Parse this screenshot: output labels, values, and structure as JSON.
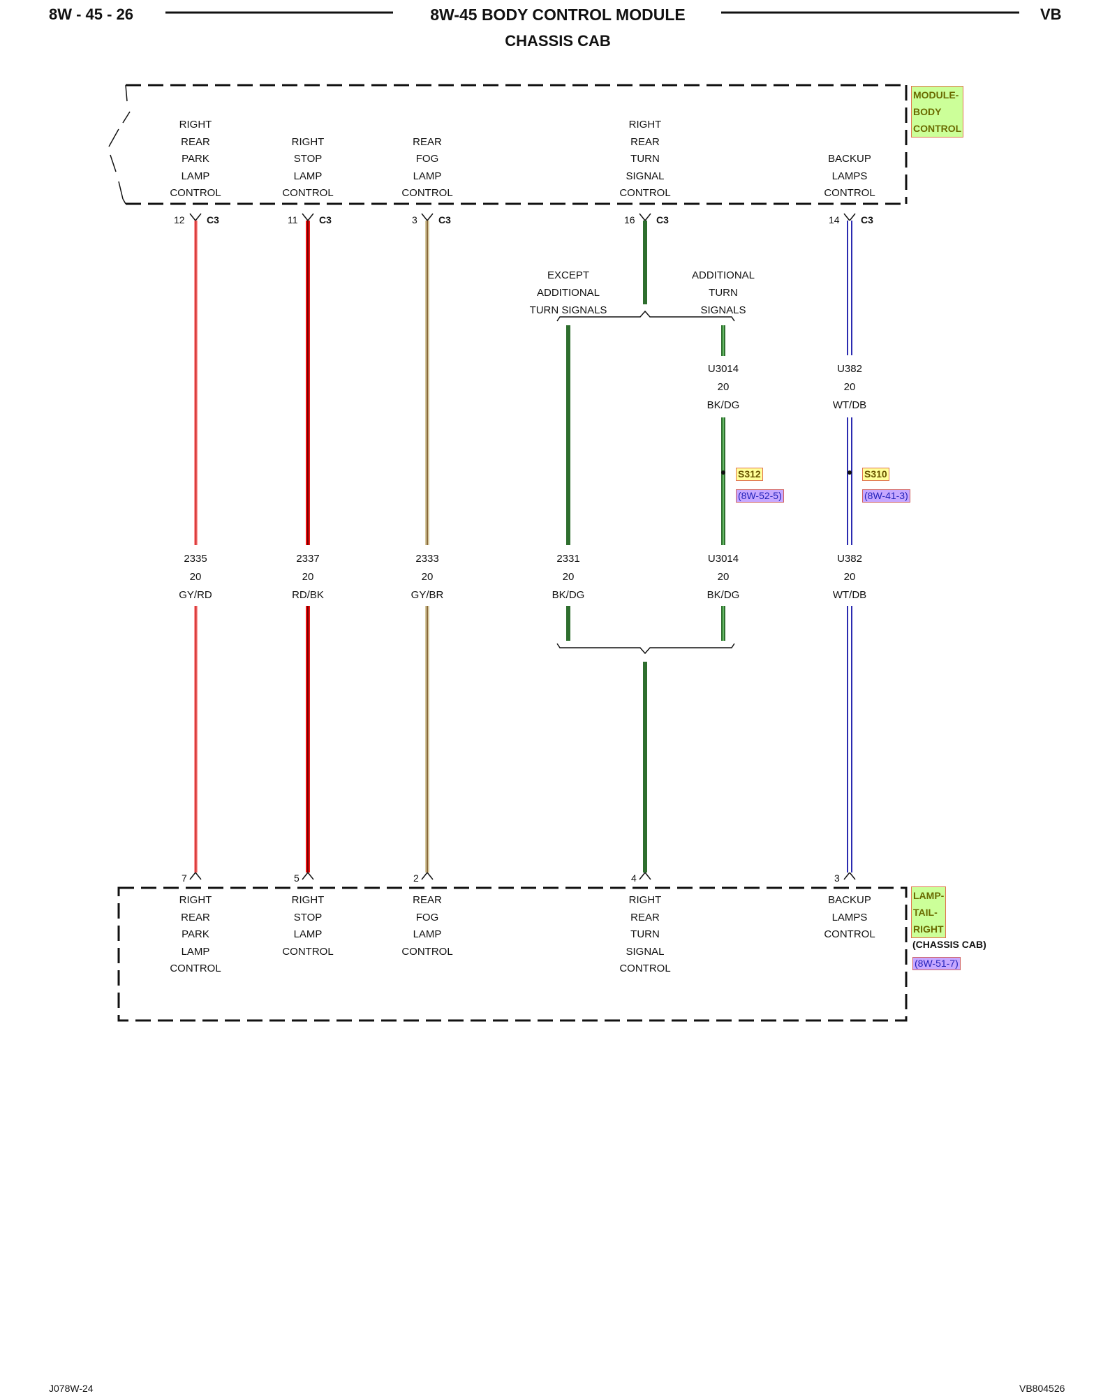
{
  "header": {
    "page_ref": "8W - 45 - 26",
    "title": "8W-45 BODY CONTROL MODULE",
    "subtitle": "CHASSIS CAB",
    "vehicle_code": "VB"
  },
  "footer": {
    "left_code": "J078W-24",
    "right_code": "VB804526"
  },
  "modules": {
    "top": {
      "name_lines": [
        "MODULE-",
        "BODY",
        "CONTROL"
      ],
      "connector": "C3"
    },
    "bottom": {
      "name_lines": [
        "LAMP-",
        "TAIL-",
        "RIGHT"
      ],
      "qualifier": "(CHASSIS CAB)",
      "ref": "(8W-51-7)"
    }
  },
  "circuits": [
    {
      "top_label": [
        "RIGHT",
        "REAR",
        "PARK",
        "LAMP",
        "CONTROL"
      ],
      "top_pin": "12",
      "wire": {
        "circuit": "2335",
        "gauge": "20",
        "color": "GY/RD"
      },
      "bottom_pin": "7",
      "bottom_label": [
        "RIGHT",
        "REAR",
        "PARK",
        "LAMP",
        "CONTROL"
      ],
      "colors": {
        "base": "#eeeeee",
        "stripe": "#ff4444",
        "edge": "#ee8888"
      }
    },
    {
      "top_label": [
        "RIGHT",
        "STOP",
        "LAMP",
        "CONTROL"
      ],
      "top_pin": "11",
      "wire": {
        "circuit": "2337",
        "gauge": "20",
        "color": "RD/BK"
      },
      "bottom_pin": "5",
      "bottom_label": [
        "RIGHT",
        "STOP",
        "LAMP",
        "CONTROL"
      ],
      "colors": {
        "base": "#ee0000",
        "stripe": "#880000",
        "edge": "#ee0000"
      }
    },
    {
      "top_label": [
        "REAR",
        "FOG",
        "LAMP",
        "CONTROL"
      ],
      "top_pin": "3",
      "wire": {
        "circuit": "2333",
        "gauge": "20",
        "color": "GY/BR"
      },
      "bottom_pin": "2",
      "bottom_label": [
        "REAR",
        "FOG",
        "LAMP",
        "CONTROL"
      ],
      "colors": {
        "base": "#d8d8c8",
        "stripe": "#a08050",
        "edge": "#b0a080"
      }
    },
    {
      "top_label": [
        "RIGHT",
        "REAR",
        "TURN",
        "SIGNAL",
        "CONTROL"
      ],
      "top_pin": "16",
      "branches": {
        "except_label": [
          "EXCEPT",
          "ADDITIONAL",
          "TURN SIGNALS"
        ],
        "additional_label": [
          "ADDITIONAL",
          "TURN",
          "SIGNALS"
        ],
        "additional_wire_top": {
          "circuit": "U3014",
          "gauge": "20",
          "color": "BK/DG"
        },
        "splice": "S312",
        "splice_ref": "(8W-52-5)",
        "except_wire": {
          "circuit": "2331",
          "gauge": "20",
          "color": "BK/DG"
        },
        "additional_wire_bottom": {
          "circuit": "U3014",
          "gauge": "20",
          "color": "BK/DG"
        }
      },
      "bottom_pin": "4",
      "bottom_label": [
        "RIGHT",
        "REAR",
        "TURN",
        "SIGNAL",
        "CONTROL"
      ],
      "colors": {
        "base": "#2e6e2e",
        "stripe": "#3c8a3c",
        "edge": "#2e6e2e"
      }
    },
    {
      "top_label": [
        "BACKUP",
        "LAMPS",
        "CONTROL"
      ],
      "top_pin": "14",
      "wire_top": {
        "circuit": "U382",
        "gauge": "20",
        "color": "WT/DB"
      },
      "splice": "S310",
      "splice_ref": "(8W-41-3)",
      "wire": {
        "circuit": "U382",
        "gauge": "20",
        "color": "WT/DB"
      },
      "bottom_pin": "3",
      "bottom_label": [
        "BACKUP",
        "LAMPS",
        "CONTROL"
      ],
      "colors": {
        "base": "#ffffff",
        "stripe": "#ffffff",
        "edge": "#2b2bb0"
      }
    }
  ]
}
